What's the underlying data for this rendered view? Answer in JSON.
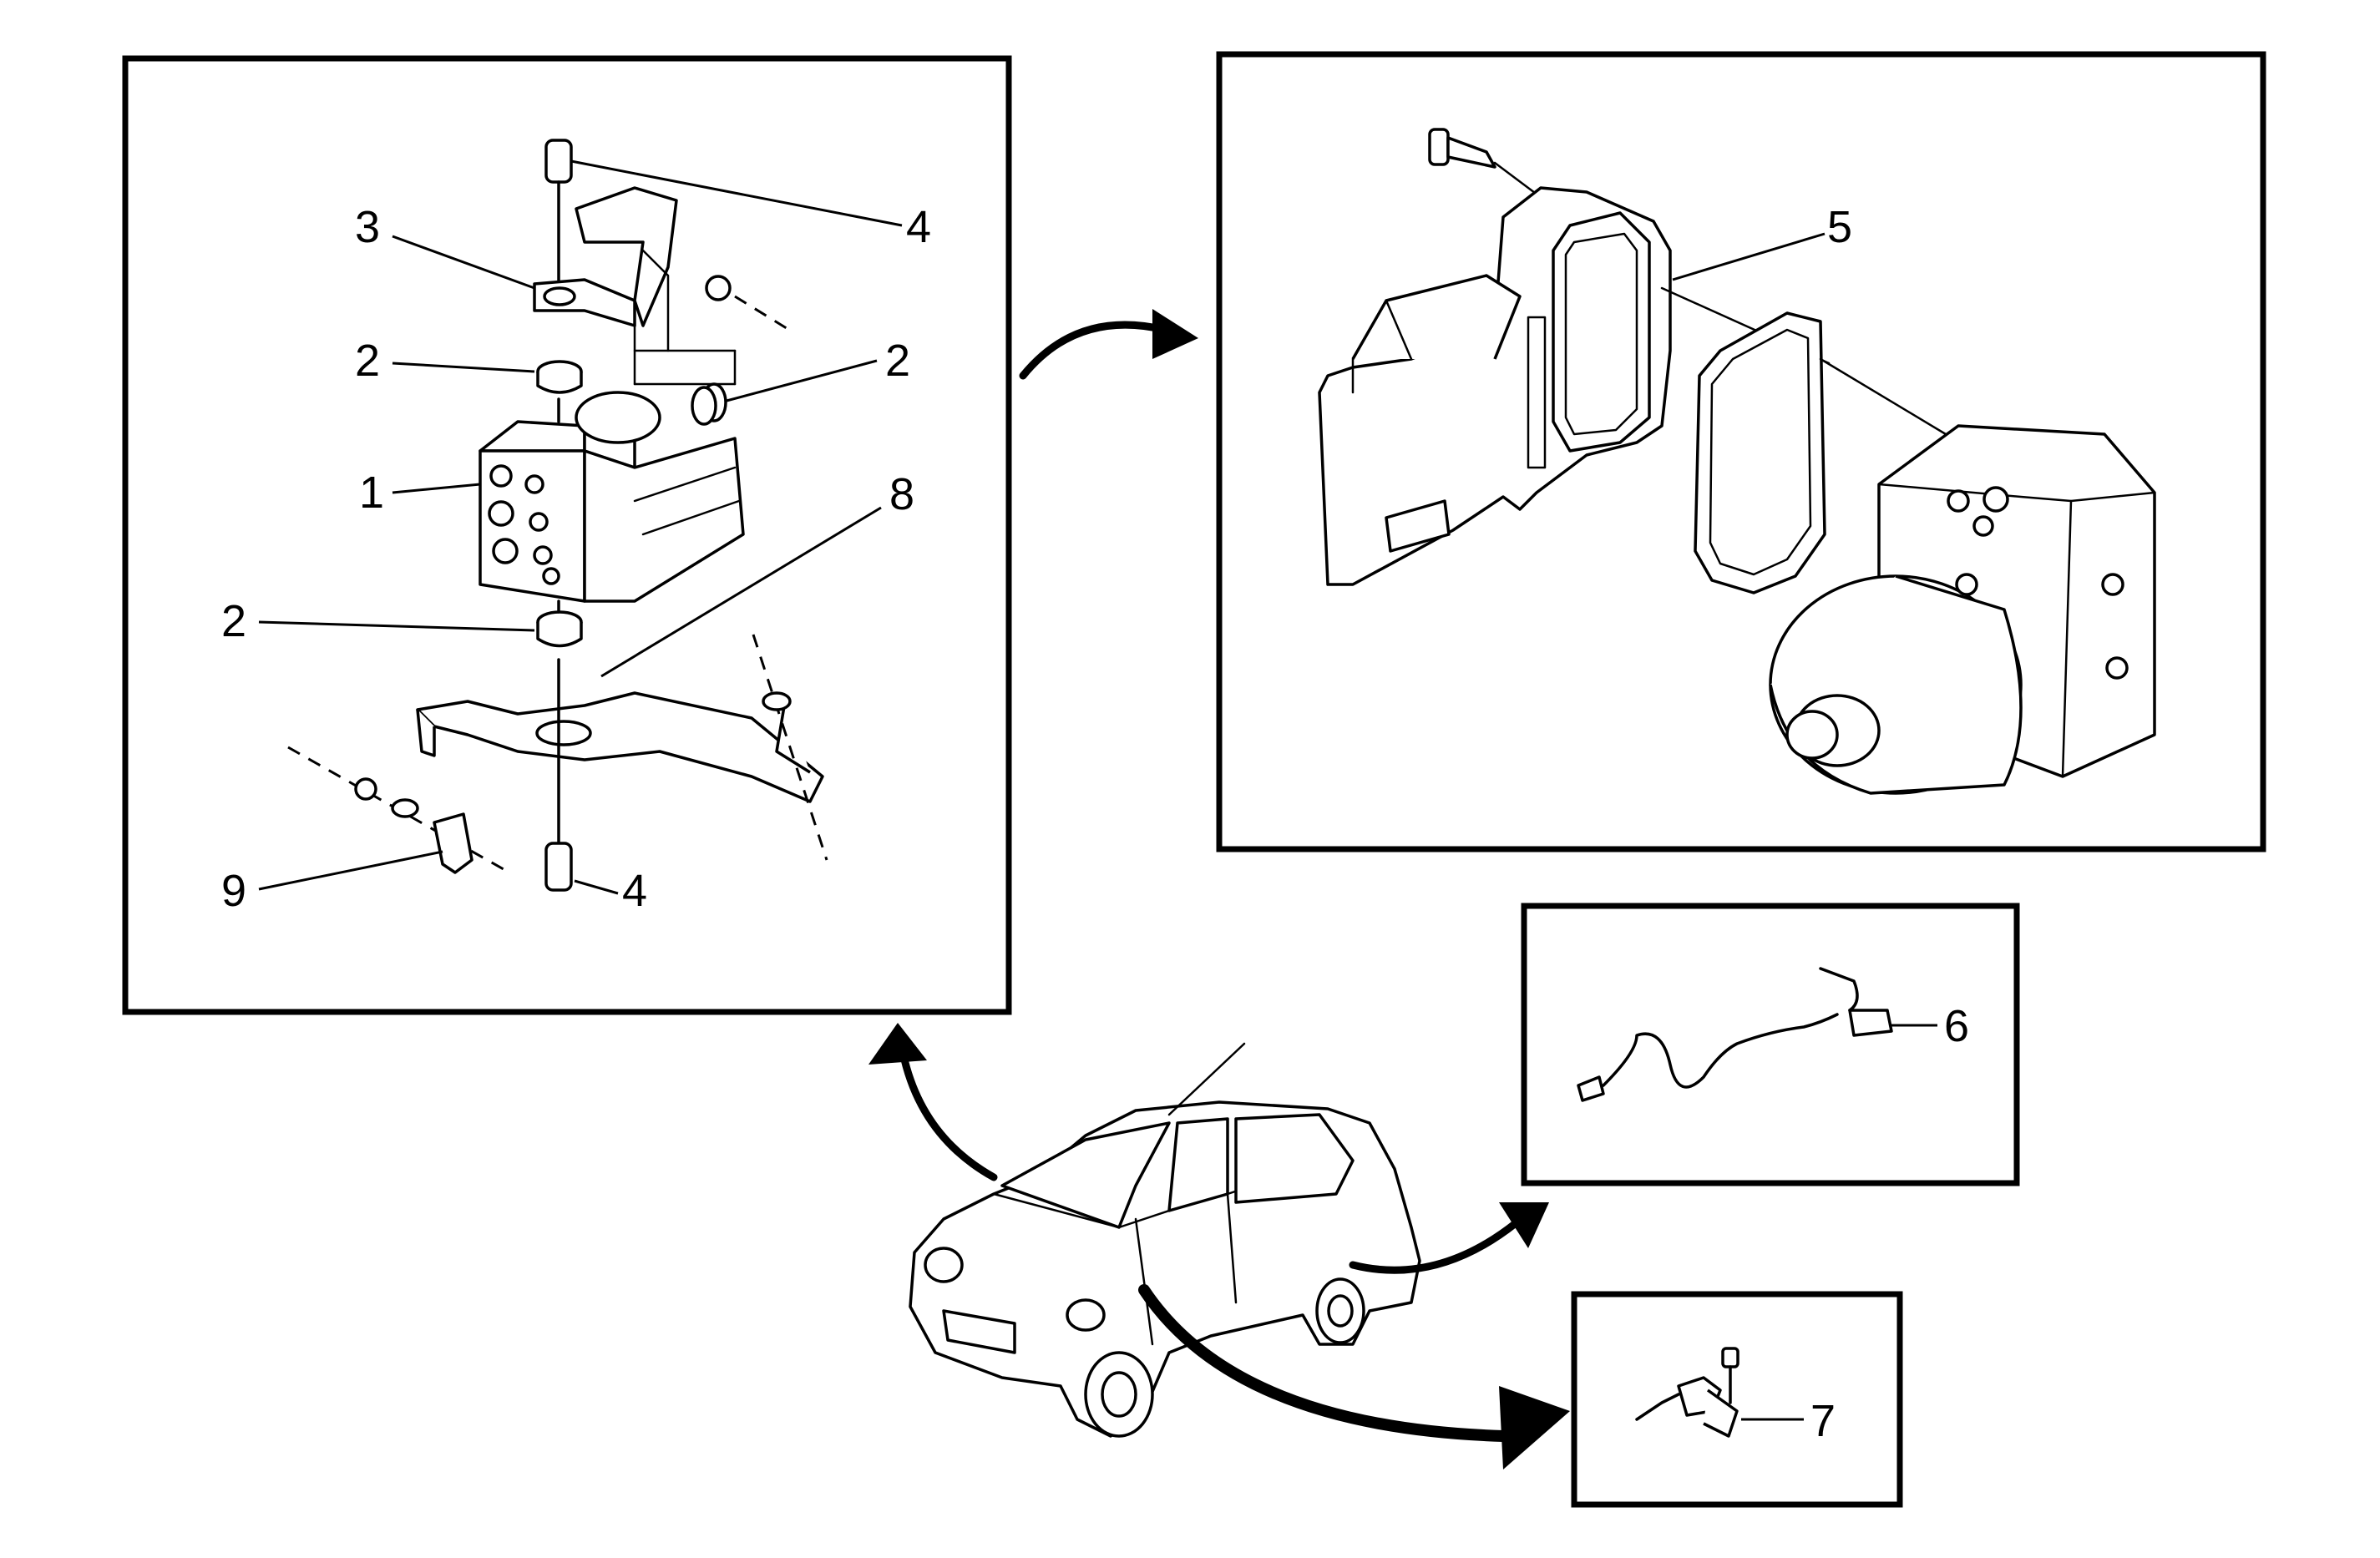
{
  "callouts": [
    {
      "id": "1",
      "label": "1"
    },
    {
      "id": "2a",
      "label": "2"
    },
    {
      "id": "2b",
      "label": "2"
    },
    {
      "id": "2c",
      "label": "2"
    },
    {
      "id": "3",
      "label": "3"
    },
    {
      "id": "4a",
      "label": "4"
    },
    {
      "id": "4b",
      "label": "4"
    },
    {
      "id": "5",
      "label": "5"
    },
    {
      "id": "6",
      "label": "6"
    },
    {
      "id": "7",
      "label": "7"
    },
    {
      "id": "8",
      "label": "8"
    },
    {
      "id": "9",
      "label": "9"
    }
  ],
  "colors": {
    "ink": "#000000",
    "paper": "#ffffff"
  }
}
